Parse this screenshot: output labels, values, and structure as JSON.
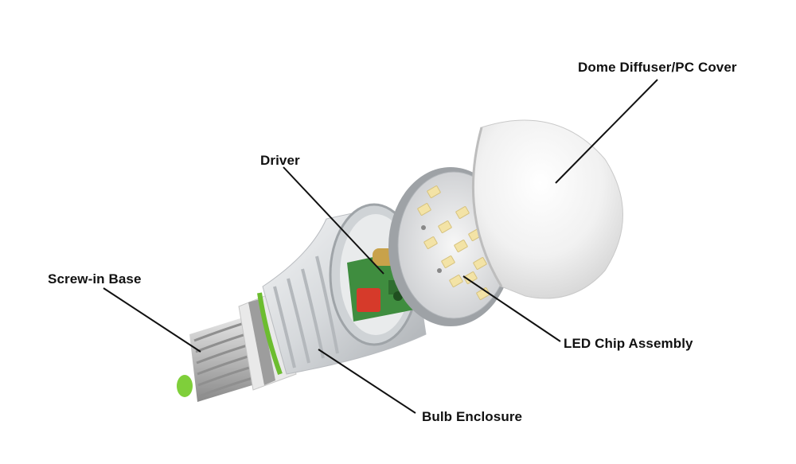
{
  "labels": {
    "dome": "Dome Diffuser/PC Cover",
    "driver": "Driver",
    "screw_base": "Screw-in Base",
    "led_chip": "LED Chip Assembly",
    "bulb_enclosure": "Bulb Enclosure"
  },
  "colors": {
    "background": "#ffffff",
    "label_text": "#111111",
    "leader_line": "#111111",
    "green_accent": "#6cbd2f",
    "led_yellow": "#f3e3a6",
    "pcb_green": "#3f8d3f",
    "capacitor_red": "#d63a2a",
    "aluminum": "#d9dcdf"
  }
}
